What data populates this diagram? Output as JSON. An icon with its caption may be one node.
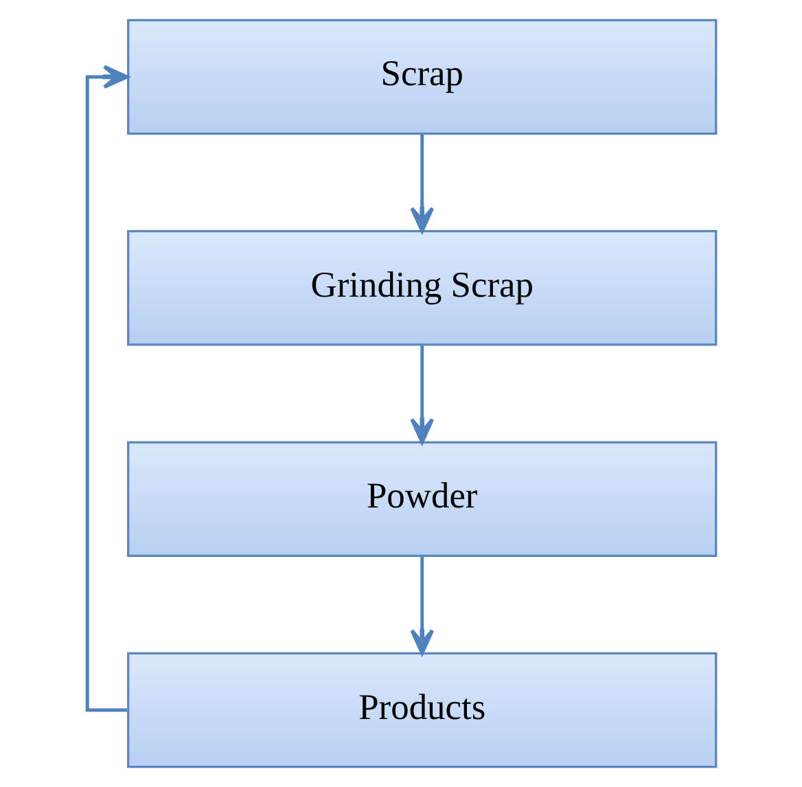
{
  "diagram": {
    "nodes": [
      {
        "text": [
          "Scrap"
        ]
      },
      {
        "text": [
          "Grinding Scrap"
        ]
      },
      {
        "text": [
          "Powder"
        ]
      },
      {
        "text": [
          "Products"
        ]
      }
    ],
    "edges": [
      {
        "from": 0,
        "to": 1,
        "arrow": "to"
      },
      {
        "from": 1,
        "to": 2,
        "arrow": "to"
      },
      {
        "from": 2,
        "to": 3,
        "arrow": "to"
      },
      {
        "from": 3,
        "to": 0,
        "arrow": "to"
      }
    ]
  }
}
